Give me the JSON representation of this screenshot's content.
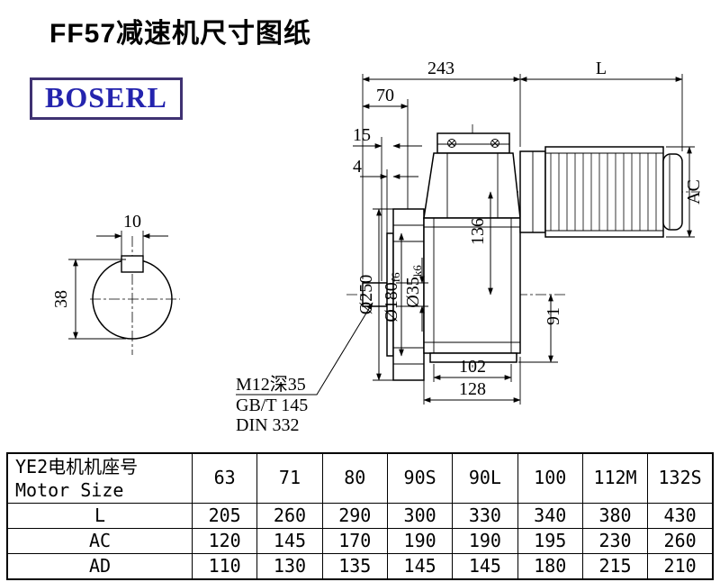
{
  "page": {
    "title": "FF57减速机尺寸图纸",
    "logo_text": "BOSERL"
  },
  "drawing": {
    "labels": {
      "dim_243": "243",
      "dim_L": "L",
      "dim_70": "70",
      "dim_15": "15",
      "dim_4": "4",
      "dim_flange_od": "Ø250",
      "dim_spigot": "Ø180",
      "dim_spigot_tol": "f6",
      "dim_shaft": "Ø35",
      "dim_shaft_tol": "k6",
      "dim_136": "136",
      "dim_AC": "AC",
      "dim_91": "91",
      "dim_102": "102",
      "dim_128": "128",
      "dim_keyway": "10",
      "dim_shaft_end": "38",
      "note_tap": "M12深35",
      "note_gb": "GB/T 145",
      "note_din": "DIN 332"
    }
  },
  "table": {
    "row_header": [
      "YE2电机机座号",
      "Motor Size"
    ],
    "columns": [
      "63",
      "71",
      "80",
      "90S",
      "90L",
      "100",
      "112M",
      "132S"
    ],
    "rows": [
      {
        "label": "L",
        "values": [
          "205",
          "260",
          "290",
          "300",
          "330",
          "340",
          "380",
          "430"
        ]
      },
      {
        "label": "AC",
        "values": [
          "120",
          "145",
          "170",
          "190",
          "190",
          "195",
          "230",
          "260"
        ]
      },
      {
        "label": "AD",
        "values": [
          "110",
          "130",
          "135",
          "145",
          "145",
          "180",
          "215",
          "210"
        ]
      }
    ]
  }
}
